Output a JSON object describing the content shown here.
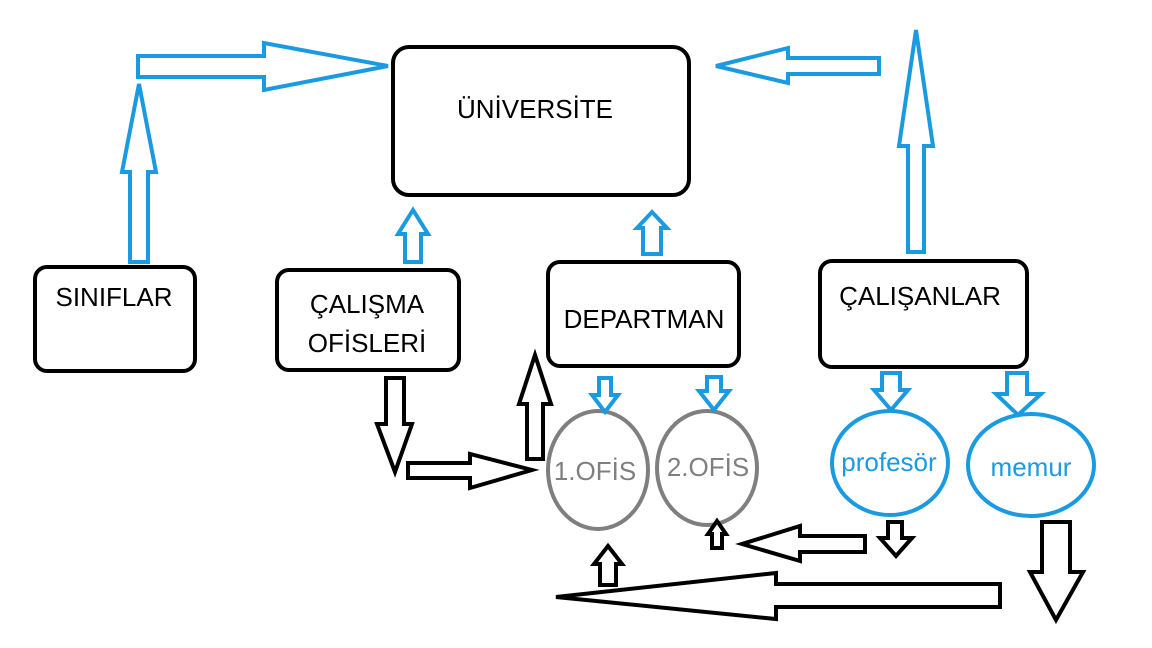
{
  "nodes": {
    "universite": "ÜNİVERSİTE",
    "siniflar": "SINIFLAR",
    "calisma_ofisleri_line1": "ÇALIŞMA",
    "calisma_ofisleri_line2": "OFİSLERİ",
    "departman": "DEPARTMAN",
    "calisanlar": "ÇALIŞANLAR",
    "ofis1": "1.OFİS",
    "ofis2": "2.OFİS",
    "profesor": "profesör",
    "memur": "memur"
  },
  "colors": {
    "blue": "#1a9ae0",
    "black": "#000000",
    "gray": "#7f7f7f"
  }
}
